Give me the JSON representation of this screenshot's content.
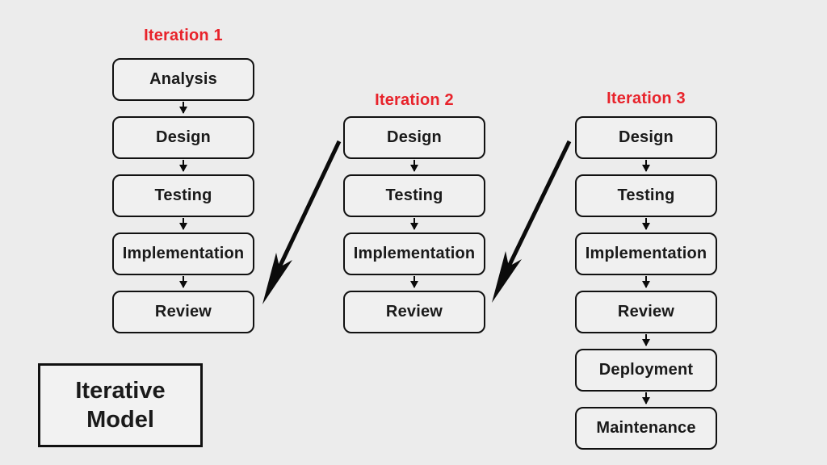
{
  "diagram_title": {
    "line1": "Iterative",
    "line2": "Model"
  },
  "colors": {
    "background": "#ececec",
    "box_fill": "#f0f0f0",
    "title_fill": "#f2f2f2",
    "box_border": "#111111",
    "text": "#1a1a1a",
    "iteration_label": "#e8232b",
    "arrow": "#0b0b0b"
  },
  "iterations": [
    {
      "label": "Iteration 1",
      "steps": [
        "Analysis",
        "Design",
        "Testing",
        "Implementation",
        "Review"
      ]
    },
    {
      "label": "Iteration 2",
      "steps": [
        "Design",
        "Testing",
        "Implementation",
        "Review"
      ]
    },
    {
      "label": "Iteration 3",
      "steps": [
        "Design",
        "Testing",
        "Implementation",
        "Review",
        "Deployment",
        "Maintenance"
      ]
    }
  ]
}
